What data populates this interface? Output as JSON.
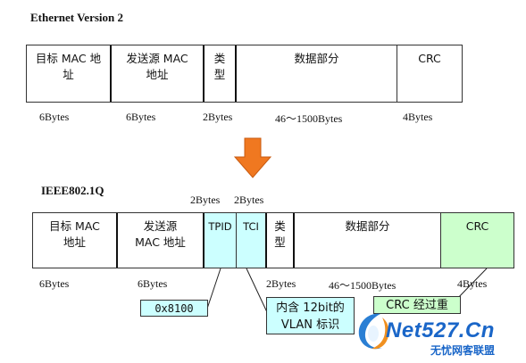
{
  "top": {
    "title": "Ethernet Version 2",
    "fields": [
      {
        "line1": "目标 MAC 地",
        "line2": "址"
      },
      {
        "line1": "发送源 MAC",
        "line2": "地址"
      },
      {
        "line1": "类",
        "line2": "型"
      },
      {
        "line1": "数据部分",
        "line2": ""
      },
      {
        "line1": "CRC",
        "line2": ""
      }
    ],
    "sizes": [
      "6Bytes",
      "6Bytes",
      "2Bytes",
      "46～1500Bytes",
      "4Bytes"
    ]
  },
  "bottom": {
    "title": "IEEE802.1Q",
    "above_sizes": [
      "2Bytes",
      "2Bytes"
    ],
    "fields": [
      {
        "line1": "目标 MAC",
        "line2": "地址"
      },
      {
        "line1": "发送源",
        "line2": "MAC 地址"
      },
      {
        "line1": "TPID",
        "line2": ""
      },
      {
        "line1": "TCI",
        "line2": ""
      },
      {
        "line1": "类",
        "line2": "型"
      },
      {
        "line1": "数据部分",
        "line2": ""
      },
      {
        "line1": "CRC",
        "line2": ""
      }
    ],
    "sizes": [
      "6Bytes",
      "6Bytes",
      "2Bytes",
      "46～1500Bytes",
      "4Bytes"
    ],
    "callouts": {
      "tpid": "0x8100",
      "tci_line1": "内含 12bit的",
      "tci_line2": "VLAN 标识",
      "crc": "CRC 经过重"
    }
  },
  "watermark": {
    "brand": "Net527.Cn",
    "tagline": "无忧网客联盟"
  },
  "colors": {
    "arrow": "#f07820",
    "tpid_tci_fill": "#ccffff",
    "crc_fill": "#ccffcc"
  }
}
